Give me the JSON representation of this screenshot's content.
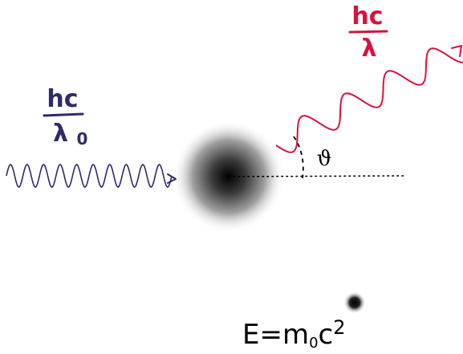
{
  "incident_photon": {
    "numerator": "hc",
    "denominator_main": "λ",
    "denominator_sub": "0",
    "color": "#2e2a6e"
  },
  "scattered_photon": {
    "numerator": "hc",
    "denominator": "λ",
    "color": "#d8123c"
  },
  "angle": {
    "symbol": "ϑ"
  },
  "electron": {
    "equation_prefix": "E=m",
    "equation_sub": "0",
    "equation_suffix": "c",
    "equation_power": "2"
  },
  "colors": {
    "ink": "#000000",
    "incident_wave": "#2e2a6e",
    "scattered_wave": "#d8123c"
  }
}
